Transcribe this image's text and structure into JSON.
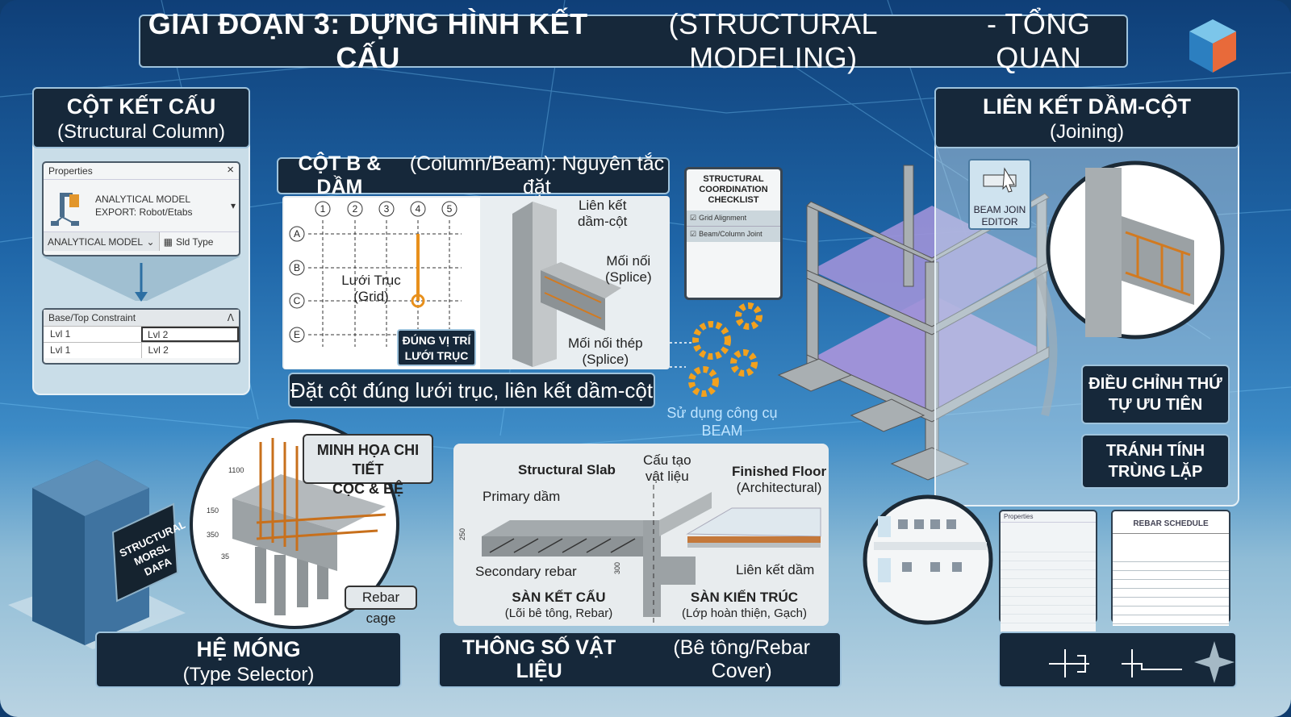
{
  "title": {
    "bold": "GIAI ĐOẠN 3: DỰNG HÌNH KẾT CẤU",
    "light": "(STRUCTURAL MODELING)",
    "tail": "- TỔNG QUAN"
  },
  "column_panel": {
    "heading": "CỘT KẾT CẤU",
    "subheading": "(Structural Column)",
    "properties": {
      "title": "Properties",
      "close": "×",
      "model_line1": "ANALYTICAL MODEL",
      "model_line2": "EXPORT: Robot/Etabs",
      "dropdown": "ANALYTICAL MODEL",
      "edit_type": "Sld Type"
    },
    "constraint": {
      "title": "Base/Top Constraint",
      "rows": [
        [
          "Lvl 1",
          "Lvl 2"
        ],
        [
          "Lvl 1",
          "Lvl 2"
        ]
      ]
    }
  },
  "beam_panel": {
    "heading_bold": "CỘT B & DẦM",
    "heading_rest": "(Column/Beam): Nguyên tắc đặt",
    "grid_cols": [
      "1",
      "2",
      "3",
      "4",
      "5"
    ],
    "grid_rows": [
      "A",
      "B",
      "C",
      "E"
    ],
    "grid_label": "Lưới Trục\n(Grid)",
    "grid_label_1": "Lưới Trục",
    "grid_label_2": "(Grid)",
    "position_tag_1": "ĐÚNG VỊ TRÍ",
    "position_tag_2": "LƯỚI TRỤC",
    "joint_label_1": "Liên kết",
    "joint_label_2": "dầm-cột",
    "splice_1a": "Mối nối",
    "splice_1b": "(Splice)",
    "splice_2a": "Mối nối thép",
    "splice_2b": "(Splice)",
    "caption": "Đặt cột đúng lưới trục, liên kết dầm-cột"
  },
  "checklist": {
    "title": "STRUCTURAL COORDINATION CHECKLIST",
    "items": [
      {
        "label": "Grid Alignment",
        "checked": true
      },
      {
        "label": "Beam/Column Joint",
        "checked": true
      }
    ]
  },
  "beam_tool": {
    "line1": "Sử dụng công cụ",
    "line2": "BEAM"
  },
  "joining_panel": {
    "heading": "LIÊN KẾT DẦM-CỘT",
    "subheading": "(Joining)",
    "editor_1": "BEAM JOIN",
    "editor_2": "EDITOR",
    "tag1_1": "ĐIỀU CHỈNH THỨ",
    "tag1_2": "TỰ ƯU TIÊN",
    "tag2_1": "TRÁNH TÍNH",
    "tag2_2": "TRÙNG LẶP"
  },
  "foundation": {
    "callout_1": "MINH HỌA CHI TIẾT",
    "callout_2": "CỌC & BỆ",
    "rebar": "Rebar cage",
    "dims": [
      "1100",
      "150",
      "350",
      "35"
    ],
    "server_sign": [
      "STRUCTURAL",
      "MORSL",
      "DAFA"
    ],
    "label": "HỆ MÓNG",
    "sublabel": "(Type Selector)"
  },
  "slab": {
    "structural_slab": "Structural Slab",
    "primary": "Primary dầm",
    "material_1": "Cấu tạo",
    "material_2": "vật liệu",
    "finished_1": "Finished Floor",
    "finished_2": "(Architectural)",
    "secondary": "Secondary rebar",
    "beam_joint": "Liên kết dầm",
    "left_title": "SÀN KẾT CẤU",
    "left_sub": "(Lõi bê tông, Rebar)",
    "right_title": "SÀN KIẾN TRÚC",
    "right_sub": "(Lớp hoàn thiện, Gạch)",
    "dims": [
      "250",
      "300"
    ]
  },
  "materials": {
    "label_bold": "THÔNG SỐ VẬT LIỆU",
    "label_rest": "(Bê tông/Rebar Cover)"
  },
  "rebar_schedule": {
    "title": "REBAR SCHEDULE"
  },
  "mini_properties": {
    "title": "Properties"
  },
  "colors": {
    "dark_panel": "#16283a",
    "accent_orange": "#e8901c",
    "light_panel": "#c9dde8",
    "slab_floor": "#9c8fd6"
  }
}
